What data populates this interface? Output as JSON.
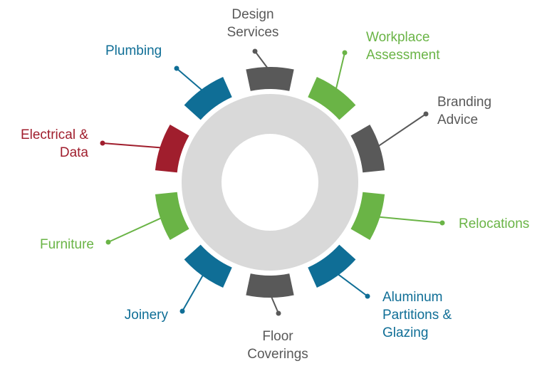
{
  "colors": {
    "gray": "#595959",
    "green": "#6ab446",
    "blue": "#0f6e96",
    "red": "#a01e2d",
    "hub": "#d9d9d9",
    "leader": "#595959"
  },
  "services": [
    {
      "key": "design",
      "lines": [
        "Design",
        "Services"
      ],
      "color": "gray"
    },
    {
      "key": "workplace",
      "lines": [
        "Workplace",
        "Assessment"
      ],
      "color": "green"
    },
    {
      "key": "branding",
      "lines": [
        "Branding",
        "Advice"
      ],
      "color": "gray"
    },
    {
      "key": "relocations",
      "lines": [
        "Relocations"
      ],
      "color": "green"
    },
    {
      "key": "aluminum",
      "lines": [
        "Aluminum",
        "Partitions &",
        "Glazing"
      ],
      "color": "blue"
    },
    {
      "key": "floor",
      "lines": [
        "Floor",
        "Coverings"
      ],
      "color": "gray"
    },
    {
      "key": "joinery",
      "lines": [
        "Joinery"
      ],
      "color": "blue"
    },
    {
      "key": "furniture",
      "lines": [
        "Furniture"
      ],
      "color": "green"
    },
    {
      "key": "electrical",
      "lines": [
        "Electrical &",
        "Data"
      ],
      "color": "red"
    },
    {
      "key": "plumbing",
      "lines": [
        "Plumbing"
      ],
      "color": "blue"
    }
  ]
}
